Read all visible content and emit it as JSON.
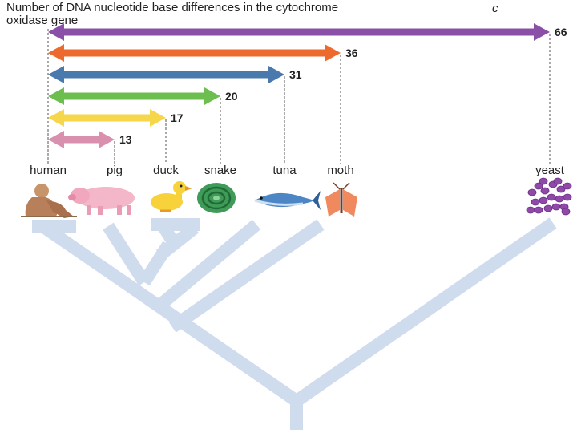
{
  "title": "Number of DNA nucleotide base differences in the cytochrome",
  "title_line2": "oxidase gene",
  "title_c": "c",
  "organisms": [
    {
      "name": "human",
      "icon": "human-icon"
    },
    {
      "name": "pig",
      "icon": "pig-icon"
    },
    {
      "name": "duck",
      "icon": "duck-icon"
    },
    {
      "name": "snake",
      "icon": "snake-icon"
    },
    {
      "name": "tuna",
      "icon": "tuna-icon"
    },
    {
      "name": "moth",
      "icon": "moth-icon"
    },
    {
      "name": "yeast",
      "icon": "yeast-icon"
    }
  ],
  "differences": [
    {
      "to": "yeast",
      "value": 66,
      "label": "66",
      "color": "#8a4fa6"
    },
    {
      "to": "moth",
      "value": 36,
      "label": "36",
      "color": "#ec6a2e"
    },
    {
      "to": "tuna",
      "value": 31,
      "label": "31",
      "color": "#4a79ad"
    },
    {
      "to": "snake",
      "value": 20,
      "label": "20",
      "color": "#6cbf4f"
    },
    {
      "to": "duck",
      "value": 17,
      "label": "17",
      "color": "#f6d64a"
    },
    {
      "to": "pig",
      "value": 13,
      "label": "13",
      "color": "#d98fae"
    }
  ],
  "tree_color": "#cfdcee"
}
